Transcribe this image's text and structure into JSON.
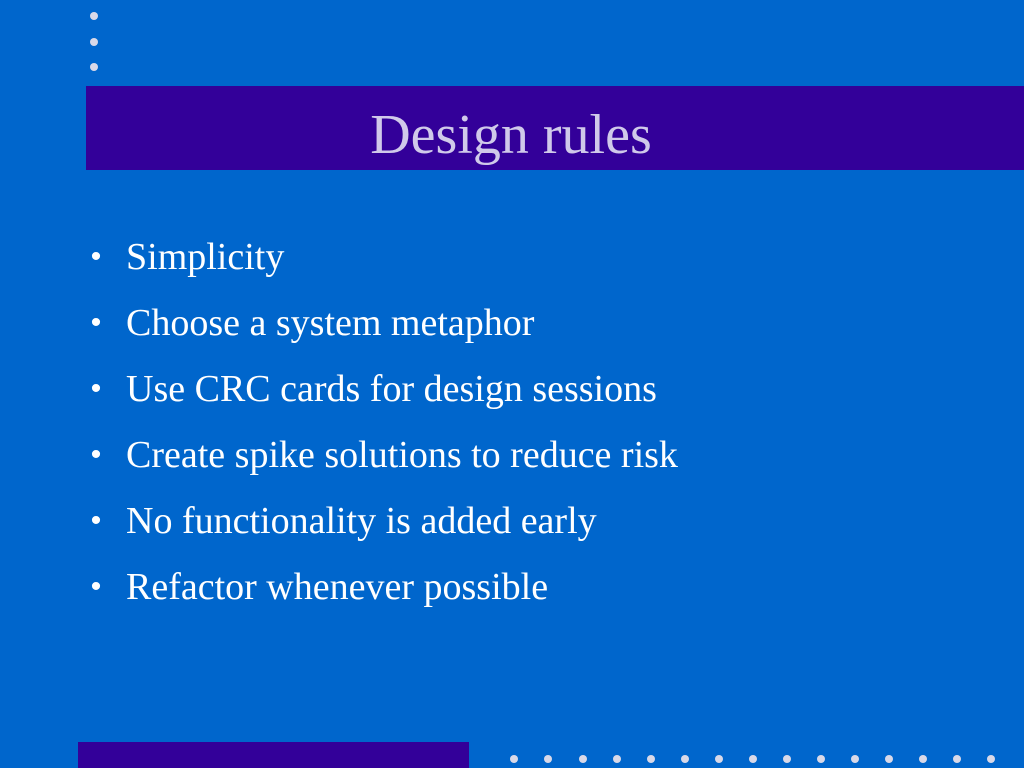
{
  "slide": {
    "title": "Design rules",
    "bullets": [
      "Simplicity",
      "Choose a system metaphor",
      "Use CRC cards for design sessions",
      "Create spike solutions to reduce risk",
      "No functionality is added early",
      "Refactor whenever possible"
    ],
    "bullet_glyph": "•"
  },
  "colors": {
    "background": "#0066cc",
    "title_bar": "#330099",
    "title_text": "#d0c9ea",
    "body_text": "#ffffff",
    "dots": "#d9d9e8"
  }
}
